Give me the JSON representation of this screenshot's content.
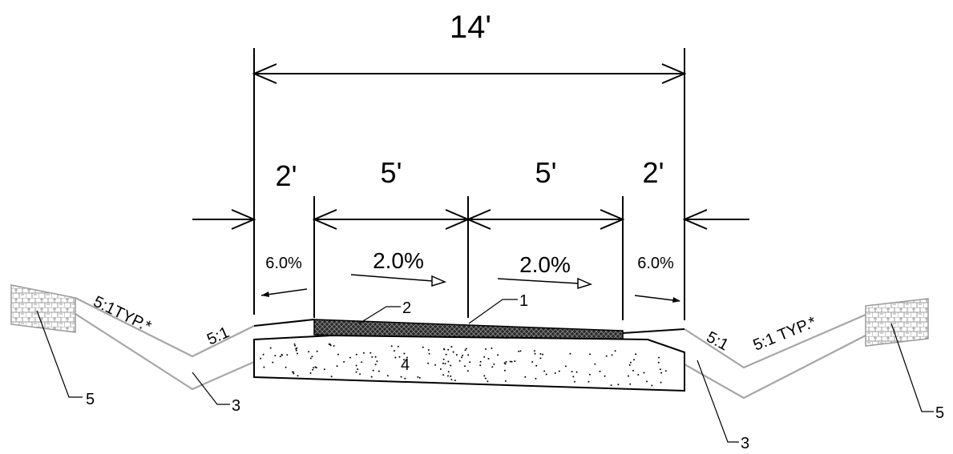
{
  "dimensions": {
    "overall": "14'",
    "left_shoulder": "2'",
    "left_lane": "5'",
    "right_lane": "5'",
    "right_shoulder": "2'"
  },
  "slopes": {
    "left_shoulder": "6.0%",
    "left_lane": "2.0%",
    "right_lane": "2.0%",
    "right_shoulder": "6.0%"
  },
  "side_slopes": {
    "left_outer": "5:1TYP.*",
    "left_inner": "5:1",
    "right_inner": "5:1",
    "right_outer": "5:1 TYP.*"
  },
  "callouts": {
    "c1": "1",
    "c2": "2",
    "c3_left": "3",
    "c3_right": "3",
    "c4": "4",
    "c5_left": "5",
    "c5_right": "5"
  },
  "colors": {
    "line": "#000000",
    "ground": "#a6a6a6",
    "pavement": "#1a1a1a"
  }
}
